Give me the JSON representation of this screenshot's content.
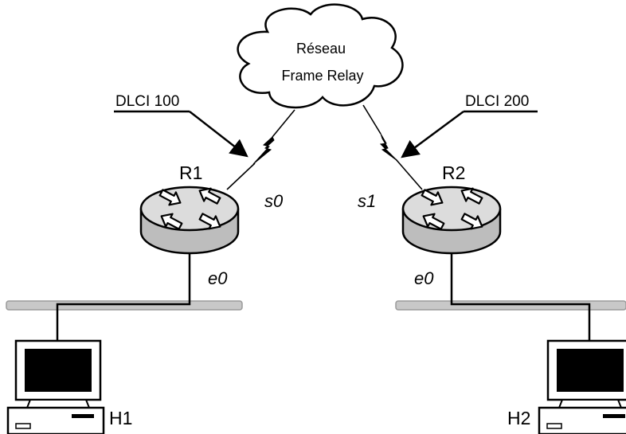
{
  "cloud": {
    "line1": "Réseau",
    "line2": "Frame Relay"
  },
  "dlci": {
    "left": "DLCI 100",
    "right": "DLCI 200"
  },
  "routers": {
    "r1": "R1",
    "r2": "R2"
  },
  "interfaces": {
    "r1_serial": "s0",
    "r2_serial": "s1",
    "r1_eth": "e0",
    "r2_eth": "e0"
  },
  "hosts": {
    "h1": "H1",
    "h2": "H2"
  }
}
